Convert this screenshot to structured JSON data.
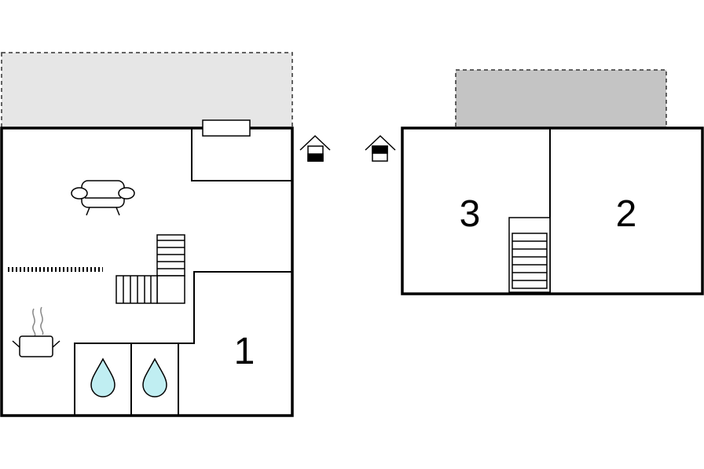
{
  "floorplan": {
    "ground_floor": {
      "rooms": [
        {
          "label": "1"
        }
      ]
    },
    "upper_floor": {
      "rooms": [
        {
          "label": "3"
        },
        {
          "label": "2"
        }
      ]
    },
    "icons": {
      "ground_floor_marker": "house-level-ground-icon",
      "upper_floor_marker": "house-level-upper-icon",
      "sofa": "sofa-icon",
      "cooking": "cooking-pot-icon",
      "water": "water-drop-icon",
      "stairs": "stairs-icon"
    },
    "colors": {
      "terrace_light": "#e6e6e6",
      "terrace_dark": "#c4c4c4",
      "water": "#c0eef2",
      "wall": "#000000"
    }
  }
}
